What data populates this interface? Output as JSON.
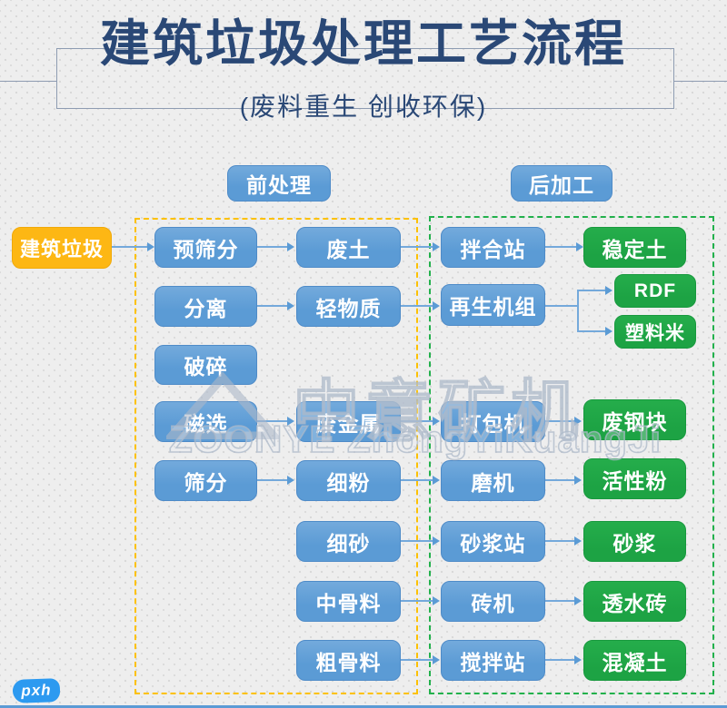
{
  "header": {
    "title": "建筑垃圾处理工艺流程",
    "subtitle": "(废料重生  创收环保)"
  },
  "section_labels": {
    "pre": "前处理",
    "post": "后加工"
  },
  "source_node": "建筑垃圾",
  "nodes": {
    "pre_screening": "预筛分",
    "separation": "分离",
    "crushing": "破碎",
    "magnetic_separation": "磁选",
    "screening": "筛分",
    "waste_soil": "废土",
    "light_material": "轻物质",
    "scrap_metal": "废金属",
    "fine_powder": "细粉",
    "fine_sand": "细砂",
    "medium_aggregate": "中骨料",
    "coarse_aggregate": "粗骨料",
    "mixing_station": "拌合站",
    "regeneration_unit": "再生机组",
    "baler": "打包机",
    "mill": "磨机",
    "mortar_station": "砂浆站",
    "brick_machine": "砖机",
    "stirring_station": "搅拌站",
    "stabilized_soil": "稳定土",
    "rdf": "RDF",
    "plastic_pellets": "塑料米",
    "scrap_steel_block": "废钢块",
    "active_powder": "活性粉",
    "mortar": "砂浆",
    "permeable_brick": "透水砖",
    "concrete": "混凝土"
  },
  "watermark": {
    "cn": "中意矿机",
    "en": "ZOONYE ZhongYiKuangJi"
  },
  "signature": "pxh",
  "colors": {
    "title_navy": "#2a4876",
    "box_blue": "#5b9bd5",
    "box_green": "#1da344",
    "box_yellow": "#fdb714",
    "dash_yellow": "#fcc101",
    "dash_green": "#22b14c",
    "arrow_blue": "#74a9db",
    "background": "#eeeeee"
  }
}
